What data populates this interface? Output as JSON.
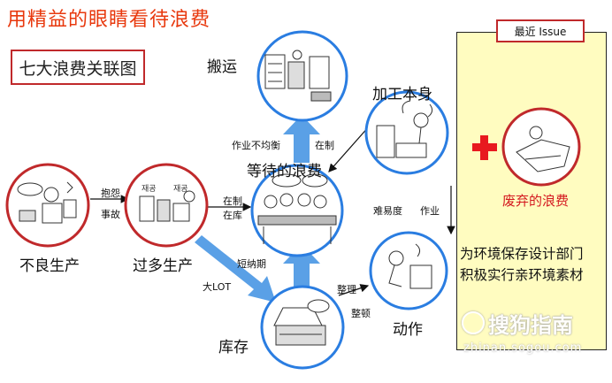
{
  "title": "用精益的眼睛看待浪费",
  "box_label": "七大浪费关联图",
  "nodes": {
    "transport": "搬运",
    "processing": "加工本身",
    "waiting": "等待的浪费",
    "defects": "不良生产",
    "overproduction": "过多生产",
    "inventory": "库存",
    "motion": "动作"
  },
  "edges": {
    "defect_to_over_top": "抱怨",
    "defect_to_over_bottom": "事故",
    "over_to_wait_top": "在制",
    "over_to_wait_bottom": "在库",
    "wait_to_transport_left": "作业不均衡",
    "wait_to_transport_right": "在制",
    "over_to_inventory_short": "短纳期",
    "over_to_inventory_lot": "大LOT",
    "inventory_to_motion_top": "整理",
    "inventory_to_motion_bottom": "整顿",
    "processing_to_motion_left": "难易度",
    "processing_to_motion_right": "作业"
  },
  "sidebar": {
    "issue_label": "最近 Issue",
    "waste_label": "废弃的浪费",
    "eco_line1": "为环境保存设计部门",
    "eco_line2": "积极实行亲环境素材"
  },
  "watermark": {
    "brand": "搜狗指南",
    "url": "zhinan.sogou.com"
  },
  "colors": {
    "title_red": "#e8380d",
    "circle_blue": "#2a7de1",
    "arrow_blue": "#5aa0e6",
    "accent_red": "#d4191f",
    "panel_yellow": "#fffcc0"
  }
}
